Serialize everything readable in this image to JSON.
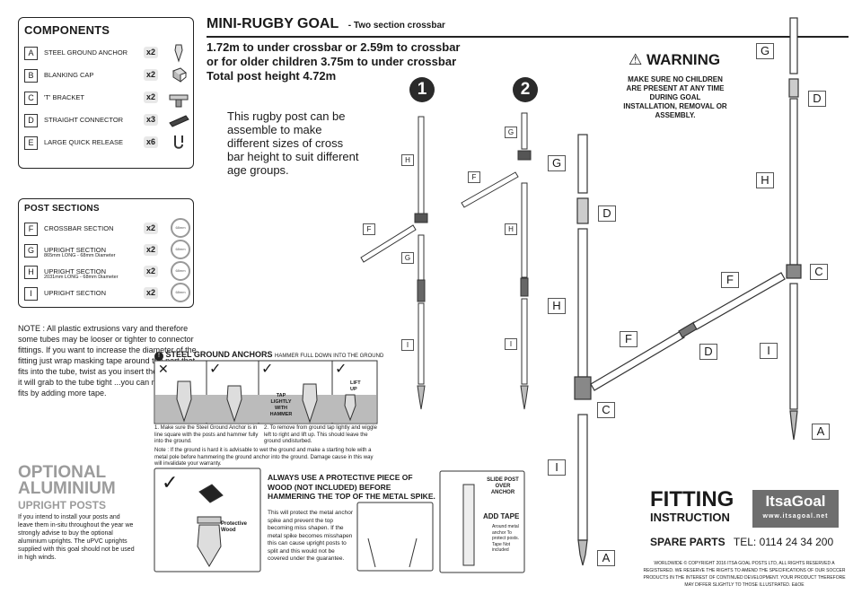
{
  "components": {
    "title": "COMPONENTS",
    "items": [
      {
        "letter": "A",
        "name": "STEEL GROUND ANCHOR",
        "qty": "x2"
      },
      {
        "letter": "B",
        "name": "BLANKING CAP",
        "qty": "x2"
      },
      {
        "letter": "C",
        "name": "'T' BRACKET",
        "qty": "x2"
      },
      {
        "letter": "D",
        "name": "STRAIGHT CONNECTOR",
        "qty": "x3"
      },
      {
        "letter": "E",
        "name": "LARGE QUICK RELEASE",
        "qty": "x6"
      }
    ]
  },
  "post_sections": {
    "title": "POST SECTIONS",
    "items": [
      {
        "letter": "F",
        "name": "CROSSBAR SECTION",
        "sub": "",
        "qty": "x2",
        "ring": "68mm"
      },
      {
        "letter": "G",
        "name": "UPRIGHT SECTION",
        "sub": "865mm LONG - 68mm Diameter",
        "qty": "x2",
        "ring": "68mm"
      },
      {
        "letter": "H",
        "name": "UPRIGHT SECTION",
        "sub": "2031mm LONG - 68mm Diameter",
        "qty": "x2",
        "ring": "68mm"
      },
      {
        "letter": "I",
        "name": "UPRIGHT SECTION",
        "sub": "",
        "qty": "x2",
        "ring": "68mm"
      }
    ]
  },
  "note": "NOTE : All plastic extrusions vary and therefore some tubes may be looser or tighter to connector fittings. If you want to increase the diameter of the fitting just wrap masking tape around the part that fits into the tube, twist as you insert the fitting and it will grab to the tube tight ...you can make tighter fits by adding more tape.",
  "optional": {
    "line1": "OPTIONAL",
    "line2": "ALUMINIUM",
    "line3": "UPRIGHT POSTS",
    "text": "If you intend to install your posts and leave them in-situ throughout the year we strongly advise to buy the optional aluminium uprights. The uPVC uprights supplied with this goal should not be used in high winds."
  },
  "header": {
    "title": "MINI-RUGBY GOAL",
    "subtitle": "- Two section crossbar",
    "line1": "1.72m  to under crossbar or 2.59m to crossbar",
    "line2": "or for older children 3.75m to under crossbar",
    "line3": "Total post height 4.72m"
  },
  "description": "This rugby post can be assemble to make different sizes of cross bar height to suit different age groups.",
  "steps": {
    "one": "1",
    "two": "2"
  },
  "warning": {
    "title": "WARNING",
    "text": "MAKE SURE NO CHILDREN ARE PRESENT AT ANY TIME DURING GOAL INSTALLATION, REMOVAL OR ASSEMBLY."
  },
  "anchors": {
    "title": "STEEL GROUND ANCHORS",
    "subtitle": "HAMMER FULL DOWN INTO THE GROUND",
    "cross": "✕",
    "tick": "✓",
    "tap_label": "TAP LIGHTLY WITH HAMMER",
    "lift_label": "LIFT UP",
    "step1": "1. Make sure the Steel Ground Anchor is in line square with the posts and hammer fully into the ground.",
    "step2": "2. To remove from ground tap lightly and wiggle left to right and lift up. This should leave the ground undisturbed.",
    "note": "Note : If the ground is hard it is advisable to wet the ground and make a starting hole with a metal pole before hammering the ground anchor into the ground. Damage cause in this way will invalidate your warranty."
  },
  "protect": {
    "heading": "ALWAYS USE A PROTECTIVE PIECE OF WOOD (NOT INCLUDED) BEFORE HAMMERING THE TOP OF THE METAL SPIKE.",
    "text": "This will protect the metal anchor spike and prevent the top becoming miss shapen. If the metal spike becomes misshapen this can cause upright posts to split and this would not be covered under the guarantee.",
    "wood_label": "Protective Wood"
  },
  "slide": {
    "label": "SLIDE POST OVER ANCHOR",
    "add_tape": "ADD TAPE",
    "tape_text": "Around metal anchor To protect posts. Tape Not included"
  },
  "fitting": {
    "line1": "FITTING",
    "line2": "INSTRUCTION",
    "logo": "ItsaGoal",
    "url": "www.itsagoal.net",
    "spare_label": "SPARE PARTS",
    "tel": "TEL: 0114 24 34 200",
    "copyright": "WORLDWIDE © COPYRIGHT 2016 ITSA GOAL POSTS LTD, ALL RIGHTS RESERVED A REGISTERED. WE RESERVE THE RIGHTS TO AMEND THE SPECIFICATIONS OF OUR SOCCER PRODUCTS IN THE INTEREST OF CONTINUED DEVELOPMENT. YOUR PRODUCT THEREFORE MAY DIFFER SLIGHTLY TO THOSE ILLUSTRATED. E&OE"
  },
  "labels": {
    "A": "A",
    "C": "C",
    "D": "D",
    "F": "F",
    "G": "G",
    "H": "H",
    "I": "I"
  }
}
